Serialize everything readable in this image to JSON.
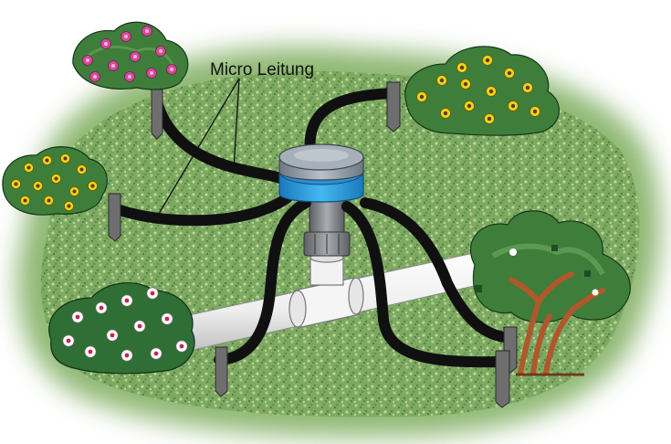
{
  "annotation": {
    "label": "Micro Leitung"
  },
  "colors": {
    "lawn_light": "#a9c98a",
    "lawn_mid": "#6f9a57",
    "lawn_dark": "#3f6a3a",
    "hose": "#101010",
    "manifold_cap": "#8f9aa6",
    "manifold_band": "#2f9fe0",
    "pipe": "#f4f4f4",
    "stake": "#6e6e6e",
    "flower_pink": "#d64a9a",
    "flower_yellow": "#f2d21a",
    "flower_white": "#ffffff",
    "foliage": "#3e7e3a",
    "trunk": "#b0582c"
  },
  "parts": [
    {
      "id": "pink-flower-bush"
    },
    {
      "id": "yellow-flower-bush-top"
    },
    {
      "id": "yellow-flower-bush-left"
    },
    {
      "id": "white-flower-bush"
    },
    {
      "id": "shrub-tree"
    },
    {
      "id": "manifold"
    },
    {
      "id": "main-pipe"
    }
  ]
}
